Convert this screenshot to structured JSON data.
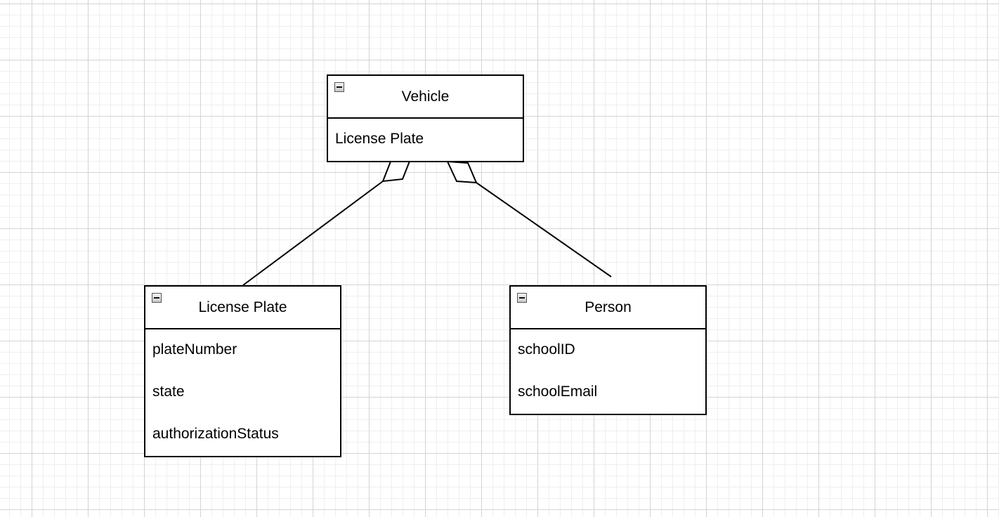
{
  "classes": {
    "vehicle": {
      "name": "Vehicle",
      "attributes": [
        "License Plate"
      ]
    },
    "license_plate": {
      "name": "License Plate",
      "attributes": [
        "plateNumber",
        "state",
        "authorizationStatus"
      ]
    },
    "person": {
      "name": "Person",
      "attributes": [
        "schoolID",
        "schoolEmail"
      ]
    }
  },
  "relationships": [
    {
      "from": "Vehicle",
      "to": "License Plate",
      "type": "aggregation"
    },
    {
      "from": "Vehicle",
      "to": "Person",
      "type": "aggregation"
    }
  ],
  "colors": {
    "line": "#000000",
    "background": "#ffffff",
    "grid_major": "#d4d4d4",
    "grid_minor": "#efefef"
  }
}
